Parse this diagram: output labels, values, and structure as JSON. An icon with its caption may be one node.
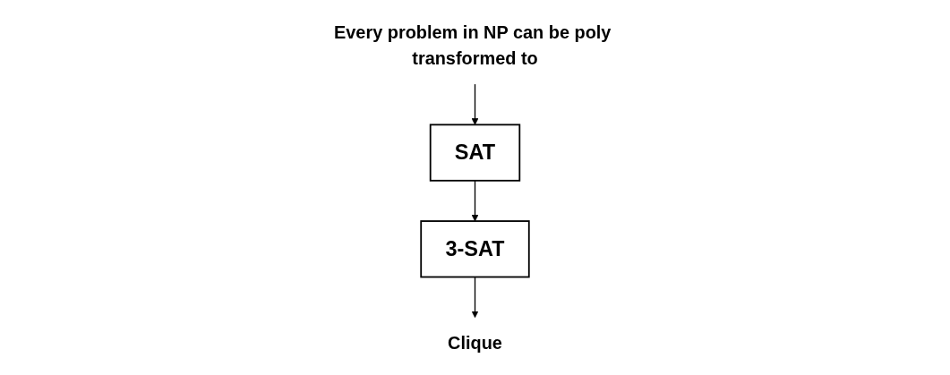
{
  "diagram": {
    "nodes": [
      {
        "text": [
          "SAT"
        ]
      },
      {
        "text": [
          "3-SAT"
        ]
      },
      {
        "text": [
          "Clique"
        ]
      },
      {
        "text": [
          "Every problem in NP can be poly transformed to"
        ]
      }
    ],
    "edges": [
      {
        "from": 3,
        "to": 0,
        "arrow": "to"
      },
      {
        "from": 0,
        "to": 1,
        "arrow": "to"
      },
      {
        "from": 1,
        "to": 2,
        "arrow": "to"
      }
    ]
  }
}
